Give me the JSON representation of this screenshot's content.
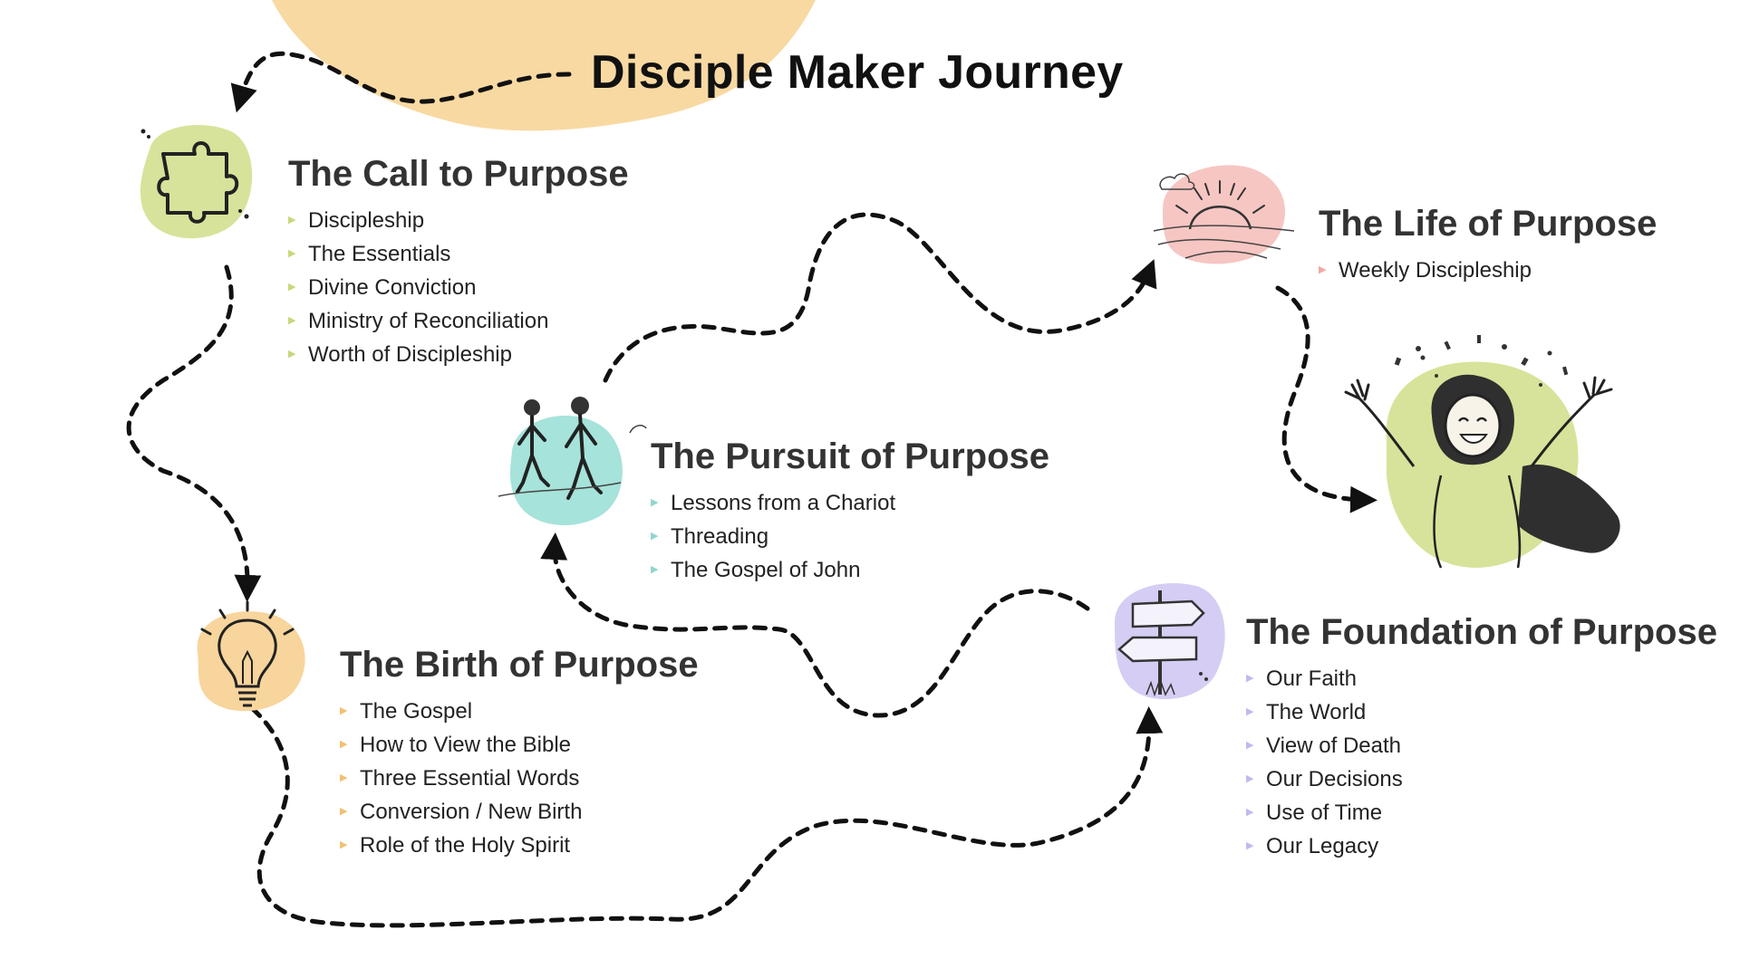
{
  "title": "Disciple Maker Journey",
  "colors": {
    "sun": "#f8d9a2",
    "green": "#d7e39a",
    "orange": "#f7d59c",
    "teal": "#a6e3da",
    "pink": "#f6c6c2",
    "purple": "#d5cdf3",
    "path": "#111111"
  },
  "sections": {
    "call": {
      "title": "The Call to Purpose",
      "icon": "puzzle-piece-icon",
      "bullet_color": "#c9d77a",
      "items": [
        "Discipleship",
        "The Essentials",
        "Divine Conviction",
        "Ministry of Reconciliation",
        "Worth of Discipleship"
      ]
    },
    "birth": {
      "title": "The Birth of Purpose",
      "icon": "lightbulb-icon",
      "bullet_color": "#f2c074",
      "items": [
        "The Gospel",
        "How to View the Bible",
        "Three Essential Words",
        "Conversion / New Birth",
        "Role of the Holy Spirit"
      ]
    },
    "pursuit": {
      "title": "The Pursuit of Purpose",
      "icon": "walking-people-icon",
      "bullet_color": "#8fd6cb",
      "items": [
        "Lessons from a Chariot",
        "Threading",
        "The Gospel of John"
      ]
    },
    "life": {
      "title": "The Life of Purpose",
      "icon": "sunrise-icon",
      "bullet_color": "#f0a9a3",
      "items": [
        "Weekly Discipleship"
      ]
    },
    "foundation": {
      "title": "The Foundation of Purpose",
      "icon": "signpost-icon",
      "bullet_color": "#c3b8ef",
      "items": [
        "Our Faith",
        "The World",
        "View of Death",
        "Our Decisions",
        "Use of Time",
        "Our Legacy"
      ]
    }
  },
  "celebration": {
    "icon": "celebrating-woman-icon"
  }
}
